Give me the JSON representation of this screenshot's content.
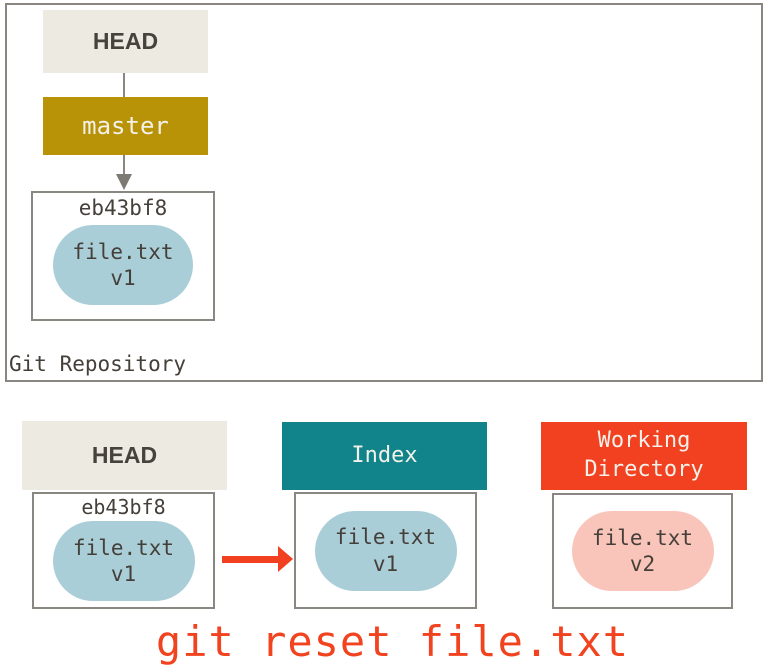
{
  "colors": {
    "head_beige": "#edeae1",
    "branch_gold": "#b99307",
    "index_teal": "#10848a",
    "working_dir_red": "#f14120",
    "blob_blue": "#a9ced8",
    "blob_pink": "#f9c4b9",
    "border_gray": "#8a8782",
    "dark_text": "#443f38",
    "command_red": "#f1431f"
  },
  "repository": {
    "label": "Git Repository",
    "head_label": "HEAD",
    "branch_label": "master",
    "commit": {
      "id": "eb43bf8",
      "blob_file": "file.txt",
      "blob_version": "v1"
    }
  },
  "bottom": {
    "head": {
      "label": "HEAD",
      "commit_id": "eb43bf8",
      "blob_file": "file.txt",
      "blob_version": "v1"
    },
    "index": {
      "label": "Index",
      "blob_file": "file.txt",
      "blob_version": "v1"
    },
    "working_directory": {
      "label_line1": "Working",
      "label_line2": "Directory",
      "blob_file": "file.txt",
      "blob_version": "v2"
    }
  },
  "command": "git reset file.txt"
}
